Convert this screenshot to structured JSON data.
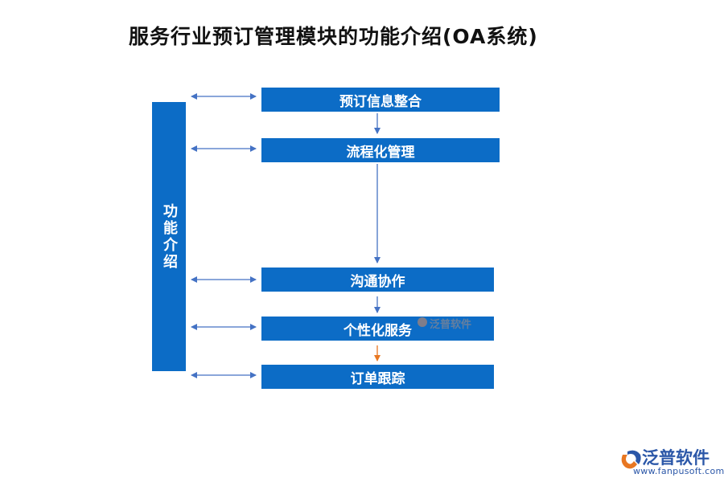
{
  "title": "服务行业预订管理模块的功能介绍(OA系统)",
  "sidebar": {
    "label": "功能介绍"
  },
  "steps": [
    "预订信息整合",
    "流程化管理",
    "沟通协作",
    "个性化服务",
    "订单跟踪"
  ],
  "watermark": {
    "text": "泛普软件"
  },
  "logo": {
    "name": "泛普软件",
    "url": "www.fanpusoft.com"
  },
  "colors": {
    "box": "#0c6cc6",
    "arrow": "#4472c4",
    "accent_arrow": "#e87722",
    "logo": "#2b57a8"
  }
}
